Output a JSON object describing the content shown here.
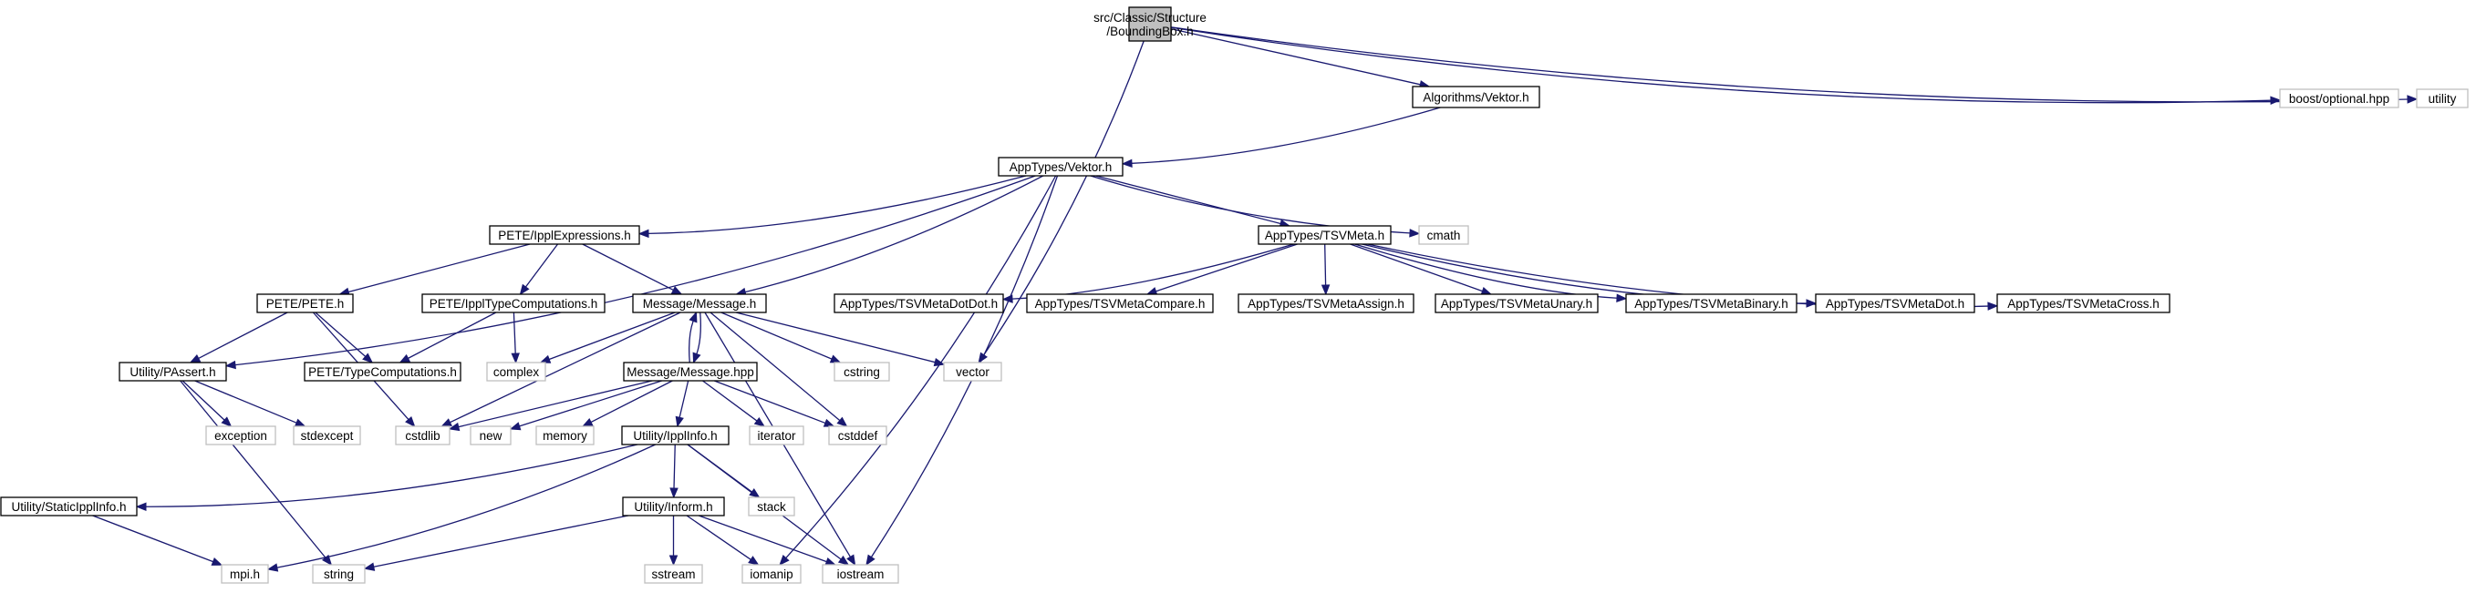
{
  "graph": {
    "colors": {
      "edge": "#191970",
      "header_border": "#000000",
      "system_border": "#bfbfbf",
      "root_fill": "#bfbfbf",
      "node_fill": "#ffffff"
    },
    "nodes": [
      {
        "id": "root",
        "kind": "root",
        "lines": [
          "src/Classic/Structure",
          "/BoundingBox.h"
        ]
      },
      {
        "id": "alg_vektor",
        "kind": "header",
        "lines": [
          "Algorithms/Vektor.h"
        ]
      },
      {
        "id": "boost_opt",
        "kind": "system",
        "lines": [
          "boost/optional.hpp"
        ]
      },
      {
        "id": "utility",
        "kind": "system",
        "lines": [
          "utility"
        ]
      },
      {
        "id": "app_vektor",
        "kind": "header",
        "lines": [
          "AppTypes/Vektor.h"
        ]
      },
      {
        "id": "ippl_expr",
        "kind": "header",
        "lines": [
          "PETE/IpplExpressions.h"
        ]
      },
      {
        "id": "tsvmeta",
        "kind": "header",
        "lines": [
          "AppTypes/TSVMeta.h"
        ]
      },
      {
        "id": "cmath",
        "kind": "system",
        "lines": [
          "cmath"
        ]
      },
      {
        "id": "pete_h",
        "kind": "header",
        "lines": [
          "PETE/PETE.h"
        ]
      },
      {
        "id": "ippl_typecomp",
        "kind": "header",
        "lines": [
          "PETE/IpplTypeComputations.h"
        ]
      },
      {
        "id": "message_h",
        "kind": "header",
        "lines": [
          "Message/Message.h"
        ]
      },
      {
        "id": "tsv_dotdot",
        "kind": "header",
        "lines": [
          "AppTypes/TSVMetaDotDot.h"
        ]
      },
      {
        "id": "tsv_compare",
        "kind": "header",
        "lines": [
          "AppTypes/TSVMetaCompare.h"
        ]
      },
      {
        "id": "tsv_assign",
        "kind": "header",
        "lines": [
          "AppTypes/TSVMetaAssign.h"
        ]
      },
      {
        "id": "tsv_unary",
        "kind": "header",
        "lines": [
          "AppTypes/TSVMetaUnary.h"
        ]
      },
      {
        "id": "tsv_binary",
        "kind": "header",
        "lines": [
          "AppTypes/TSVMetaBinary.h"
        ]
      },
      {
        "id": "tsv_dot",
        "kind": "header",
        "lines": [
          "AppTypes/TSVMetaDot.h"
        ]
      },
      {
        "id": "tsv_cross",
        "kind": "header",
        "lines": [
          "AppTypes/TSVMetaCross.h"
        ]
      },
      {
        "id": "passert",
        "kind": "header",
        "lines": [
          "Utility/PAssert.h"
        ]
      },
      {
        "id": "pete_typecomp",
        "kind": "header",
        "lines": [
          "PETE/TypeComputations.h"
        ]
      },
      {
        "id": "complex",
        "kind": "system",
        "lines": [
          "complex"
        ]
      },
      {
        "id": "message_hpp",
        "kind": "header",
        "lines": [
          "Message/Message.hpp"
        ]
      },
      {
        "id": "cstring",
        "kind": "system",
        "lines": [
          "cstring"
        ]
      },
      {
        "id": "vector",
        "kind": "system",
        "lines": [
          "vector"
        ]
      },
      {
        "id": "exception",
        "kind": "system",
        "lines": [
          "exception"
        ]
      },
      {
        "id": "stdexcept",
        "kind": "system",
        "lines": [
          "stdexcept"
        ]
      },
      {
        "id": "cstdlib",
        "kind": "system",
        "lines": [
          "cstdlib"
        ]
      },
      {
        "id": "new",
        "kind": "system",
        "lines": [
          "new"
        ]
      },
      {
        "id": "memory",
        "kind": "system",
        "lines": [
          "memory"
        ]
      },
      {
        "id": "ipplinfo",
        "kind": "header",
        "lines": [
          "Utility/IpplInfo.h"
        ]
      },
      {
        "id": "iterator",
        "kind": "system",
        "lines": [
          "iterator"
        ]
      },
      {
        "id": "cstddef",
        "kind": "system",
        "lines": [
          "cstddef"
        ]
      },
      {
        "id": "static_ipplinfo",
        "kind": "header",
        "lines": [
          "Utility/StaticIpplInfo.h"
        ]
      },
      {
        "id": "stack",
        "kind": "system",
        "lines": [
          "stack"
        ]
      },
      {
        "id": "inform",
        "kind": "header",
        "lines": [
          "Utility/Inform.h"
        ]
      },
      {
        "id": "mpi",
        "kind": "system",
        "lines": [
          "mpi.h"
        ]
      },
      {
        "id": "string",
        "kind": "system",
        "lines": [
          "string"
        ]
      },
      {
        "id": "sstream",
        "kind": "system",
        "lines": [
          "sstream"
        ]
      },
      {
        "id": "iomanip",
        "kind": "system",
        "lines": [
          "iomanip"
        ]
      },
      {
        "id": "iostream",
        "kind": "system",
        "lines": [
          "iostream"
        ]
      }
    ],
    "edges": [
      [
        "root",
        "alg_vektor"
      ],
      [
        "root",
        "boost_opt"
      ],
      [
        "root",
        "utility"
      ],
      [
        "root",
        "vector"
      ],
      [
        "alg_vektor",
        "app_vektor"
      ],
      [
        "app_vektor",
        "ippl_expr"
      ],
      [
        "app_vektor",
        "tsvmeta"
      ],
      [
        "app_vektor",
        "cmath"
      ],
      [
        "app_vektor",
        "message_h"
      ],
      [
        "app_vektor",
        "passert"
      ],
      [
        "app_vektor",
        "iostream"
      ],
      [
        "app_vektor",
        "iomanip"
      ],
      [
        "ippl_expr",
        "pete_h"
      ],
      [
        "ippl_expr",
        "ippl_typecomp"
      ],
      [
        "ippl_expr",
        "message_h"
      ],
      [
        "tsvmeta",
        "tsv_dotdot"
      ],
      [
        "tsvmeta",
        "tsv_compare"
      ],
      [
        "tsvmeta",
        "tsv_assign"
      ],
      [
        "tsvmeta",
        "tsv_unary"
      ],
      [
        "tsvmeta",
        "tsv_binary"
      ],
      [
        "tsvmeta",
        "tsv_dot"
      ],
      [
        "tsvmeta",
        "tsv_cross"
      ],
      [
        "pete_h",
        "passert"
      ],
      [
        "pete_h",
        "pete_typecomp"
      ],
      [
        "pete_h",
        "cstdlib"
      ],
      [
        "ippl_typecomp",
        "pete_typecomp"
      ],
      [
        "ippl_typecomp",
        "complex"
      ],
      [
        "message_h",
        "message_hpp"
      ],
      [
        "message_h",
        "complex"
      ],
      [
        "message_h",
        "cstring"
      ],
      [
        "message_h",
        "vector"
      ],
      [
        "message_h",
        "cstdlib"
      ],
      [
        "message_h",
        "cstddef"
      ],
      [
        "message_h",
        "iostream"
      ],
      [
        "message_hpp",
        "message_h"
      ],
      [
        "message_hpp",
        "new"
      ],
      [
        "message_hpp",
        "memory"
      ],
      [
        "message_hpp",
        "ipplinfo"
      ],
      [
        "message_hpp",
        "iterator"
      ],
      [
        "message_hpp",
        "cstddef"
      ],
      [
        "message_hpp",
        "cstdlib"
      ],
      [
        "passert",
        "exception"
      ],
      [
        "passert",
        "stdexcept"
      ],
      [
        "passert",
        "string"
      ],
      [
        "ipplinfo",
        "static_ipplinfo"
      ],
      [
        "ipplinfo",
        "stack"
      ],
      [
        "ipplinfo",
        "inform"
      ],
      [
        "ipplinfo",
        "mpi"
      ],
      [
        "ipplinfo",
        "iostream"
      ],
      [
        "static_ipplinfo",
        "mpi"
      ],
      [
        "inform",
        "string"
      ],
      [
        "inform",
        "sstream"
      ],
      [
        "inform",
        "iomanip"
      ],
      [
        "inform",
        "iostream"
      ]
    ]
  }
}
